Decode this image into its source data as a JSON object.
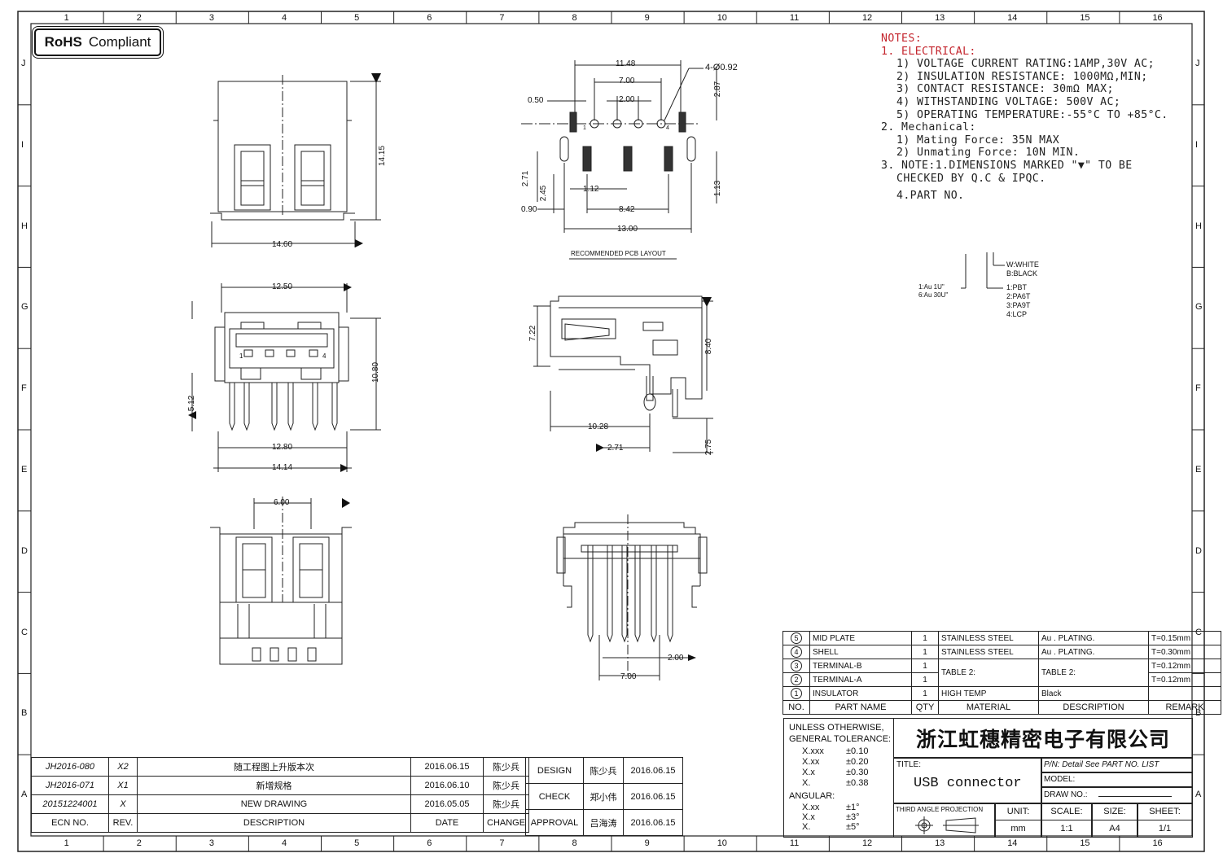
{
  "rohs": {
    "bold": "RoHS",
    "text": "Compliant"
  },
  "zones": {
    "cols": [
      "1",
      "2",
      "3",
      "4",
      "5",
      "6",
      "7",
      "8",
      "9",
      "10",
      "11",
      "12",
      "13",
      "14",
      "15",
      "16"
    ],
    "rows": [
      "J",
      "I",
      "H",
      "G",
      "F",
      "E",
      "D",
      "C",
      "B",
      "A"
    ]
  },
  "notes": {
    "header": "NOTES:",
    "l1": "1. ELECTRICAL:",
    "l2": "1) VOLTAGE CURRENT RATING:1AMP,30V AC;",
    "l3": "2) INSULATION RESISTANCE: 1000MΩ,MIN;",
    "l4": "3) CONTACT RESISTANCE: 30mΩ MAX;",
    "l5": "4) WITHSTANDING VOLTAGE: 500V AC;",
    "l6": "5) OPERATING TEMPERATURE:-55°C TO +85°C.",
    "l7": "2. Mechanical:",
    "l8": "1) Mating Force:  35N MAX",
    "l9": "2) Unmating Force:  10N MIN.",
    "l10": "3. NOTE:1.DIMENSIONS MARKED \"▼\" TO BE",
    "l11": "CHECKED BY Q.C & IPQC.",
    "l12": "4.PART NO."
  },
  "partno": {
    "color1": "W:WHITE",
    "color2": "B:BLACK",
    "plating1": "1:Au 1U\"",
    "plating2": "6:Au 30U\"",
    "mat1": "1:PBT",
    "mat2": "2:PA6T",
    "mat3": "3:PA9T",
    "mat4": "4:LCP"
  },
  "pcb": {
    "title": "RECOMMENDED PCB LAYOUT",
    "d1148": "11.48",
    "d700": "7.00",
    "d200": "2.00",
    "d050": "0.50",
    "hole": "4-Ø0.92",
    "d287": "2.87",
    "d271": "2.71",
    "d245": "2.45",
    "d090": "0.90",
    "d112": "1.12",
    "d842": "8.42",
    "d1300": "13.00",
    "d113": "1.13",
    "pin1": "1",
    "pin4": "4"
  },
  "views": {
    "v1_1415": "14.15",
    "v1_1460": "14.60",
    "v2_1250": "12.50",
    "v2_1080": "10.80",
    "v2_512": "5.12",
    "v2_1280": "12.80",
    "v2_1414": "14.14",
    "v2_p1": "1",
    "v2_p4": "4",
    "v3_600": "6.00",
    "v4_722": "7.22",
    "v4_840": "8.40",
    "v4_1028": "10.28",
    "v4_271": "2.71",
    "v4_275": "2.75",
    "v5_200": "2.00",
    "v5_700": "7.00"
  },
  "bom": {
    "rows": [
      {
        "no": "5",
        "name": "MID PLATE",
        "qty": "1",
        "mat": "STAINLESS STEEL",
        "desc": "Au . PLATING.",
        "rem": "T=0.15mm"
      },
      {
        "no": "4",
        "name": "SHELL",
        "qty": "1",
        "mat": "STAINLESS STEEL",
        "desc": "Au . PLATING.",
        "rem": "T=0.30mm"
      },
      {
        "no": "3",
        "name": "TERMINAL-B",
        "qty": "1",
        "mat": "TABLE 2:",
        "desc": "TABLE 2:",
        "rem": "T=0.12mm"
      },
      {
        "no": "2",
        "name": "TERMINAL-A",
        "qty": "1",
        "mat": "",
        "desc": "",
        "rem": "T=0.12mm"
      },
      {
        "no": "1",
        "name": "INSULATOR",
        "qty": "1",
        "mat": "HIGH TEMP",
        "desc": "Black",
        "rem": ""
      }
    ],
    "hdr": {
      "no": "NO.",
      "name": "PART NAME",
      "qty": "QTY",
      "mat": "MATERIAL",
      "desc": "DESCRIPTION",
      "rem": "REMARK"
    }
  },
  "tolerance": {
    "l1": "UNLESS OTHERWISE,",
    "l2": "GENERAL TOLERANCE:",
    "xxx": "X.xxx",
    "xxx_v": "±0.10",
    "xx": "X.xx",
    "xx_v": "±0.20",
    "x": "X.x",
    "x_v": "±0.30",
    "x0": "X.",
    "x0_v": "±0.38",
    "ang": "ANGULAR:",
    "axx": "X.xx",
    "axx_v": "±1°",
    "ax": "X.x",
    "ax_v": "±3°",
    "a0": "X.",
    "a0_v": "±5°"
  },
  "titleblock": {
    "company": "浙江虹穗精密电子有限公司",
    "title_label": "TITLE:",
    "title": "USB connector",
    "pn_label": "P/N: Detail  See  PART NO.  LIST",
    "model_label": "MODEL:",
    "drawno_label": "DRAW  NO.:",
    "proj": "THIRD ANGLE PROJECTION",
    "unit_l": "UNIT:",
    "unit": "mm",
    "scale_l": "SCALE:",
    "scale": "1:1",
    "size_l": "SIZE:",
    "size": "A4",
    "sheet_l": "SHEET:",
    "sheet": "1/1"
  },
  "revisions": [
    {
      "ecn": "JH2016-080",
      "rev": "X2",
      "desc": "随工程图上升版本次",
      "date": "2016.06.15",
      "change": "陈少兵"
    },
    {
      "ecn": "JH2016-071",
      "rev": "X1",
      "desc": "新增规格",
      "date": "2016.06.10",
      "change": "陈少兵"
    },
    {
      "ecn": "20151224001",
      "rev": "X",
      "desc": "NEW DRAWING",
      "date": "2016.05.05",
      "change": "陈少兵"
    }
  ],
  "rev_hdr": {
    "ecn": "ECN  NO.",
    "rev": "REV.",
    "desc": "DESCRIPTION",
    "date": "DATE",
    "change": "CHANGE"
  },
  "signoff": [
    {
      "role": "DESIGN",
      "name": "陈少兵",
      "date": "2016.06.15"
    },
    {
      "role": "CHECK",
      "name": "郑小伟",
      "date": "2016.06.15"
    },
    {
      "role": "APPROVAL",
      "name": "吕海涛",
      "date": "2016.06.15"
    }
  ]
}
